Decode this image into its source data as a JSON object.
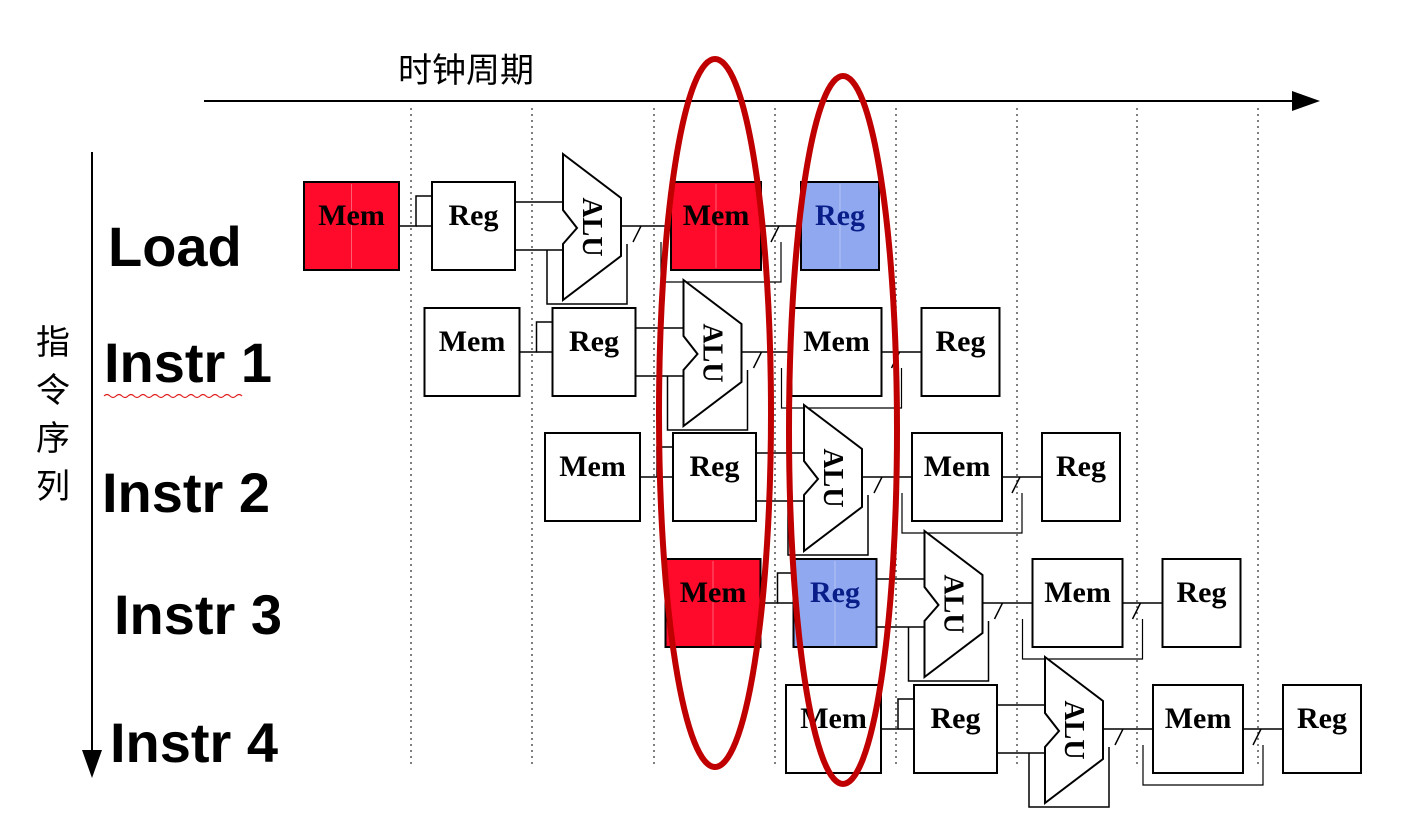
{
  "axis": {
    "time_label": "时钟周期",
    "order_label": [
      "指",
      "令",
      "序",
      "列"
    ]
  },
  "instructions": [
    "Load",
    "Instr 1",
    "Instr 2",
    "Instr 3",
    "Instr 4"
  ],
  "stage_labels": {
    "mem": "Mem",
    "reg": "Reg",
    "alu": "ALU"
  },
  "colors": {
    "hazard_mem_fill": "#ff0a2a",
    "hazard_reg_fill": "#8fa8f0",
    "ellipse_stroke": "#c00000",
    "reg_text_hazard": "#0a1e8a"
  },
  "highlights": [
    {
      "row": 0,
      "stage": "mem",
      "color": "red"
    },
    {
      "row": 0,
      "stage": "reg_write",
      "color": "blue"
    },
    {
      "row": 3,
      "stage": "mem",
      "color": "red"
    },
    {
      "row": 3,
      "stage": "reg_read",
      "color": "blue"
    }
  ]
}
